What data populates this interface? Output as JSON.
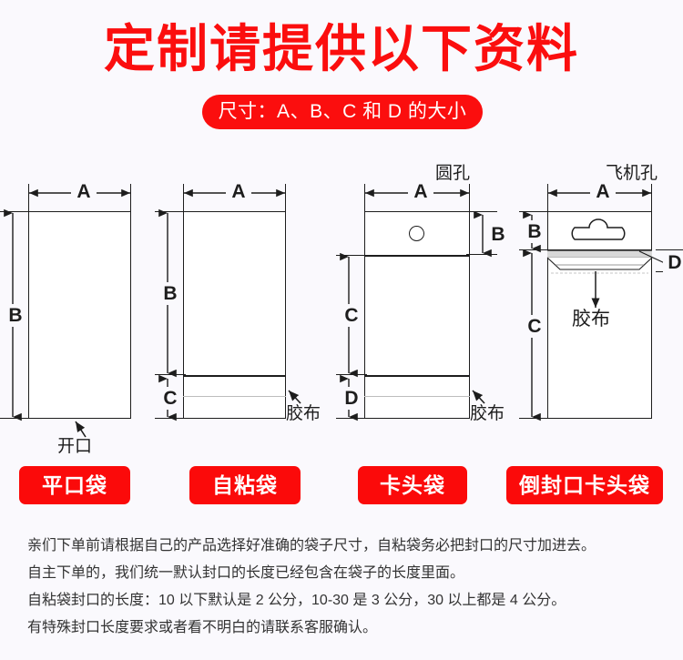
{
  "header": {
    "title": "定制请提供以下资料",
    "subtitle": "尺寸：A、B、C 和 D 的大小",
    "accent_color": "#fb0e0e",
    "background_color": "#faf9fd"
  },
  "diagrams": [
    {
      "id": "flat-pouch",
      "tag": "平口袋",
      "top_label": "",
      "width_label": "A",
      "height_label": "B",
      "callout": "开口"
    },
    {
      "id": "self-adhesive-pouch",
      "tag": "自粘袋",
      "top_label": "",
      "width_label": "A",
      "body_label": "B",
      "flap_label": "C",
      "callout": "胶布"
    },
    {
      "id": "header-card-pouch",
      "tag": "卡头袋",
      "top_label": "圆孔",
      "width_label": "A",
      "head_label": "B",
      "body_label": "C",
      "flap_label": "D",
      "callout": "胶布"
    },
    {
      "id": "reverse-seal-header-pouch",
      "tag": "倒封口卡头袋",
      "top_label": "飞机孔",
      "width_label": "A",
      "head_label": "B",
      "body_label": "C",
      "flap_label": "D",
      "callout": "胶布"
    }
  ],
  "notes": [
    "亲们下单前请根据自己的产品选择好准确的袋子尺寸，自粘袋务必把封口的尺寸加进去。",
    "自主下单的，我们统一默认封口的长度已经包含在袋子的长度里面。",
    "自粘袋封口的长度：10 以下默认是 2 公分，10-30 是 3 公分，30 以上都是 4 公分。",
    "有特殊封口长度要求或者看不明白的请联系客服确认。"
  ]
}
